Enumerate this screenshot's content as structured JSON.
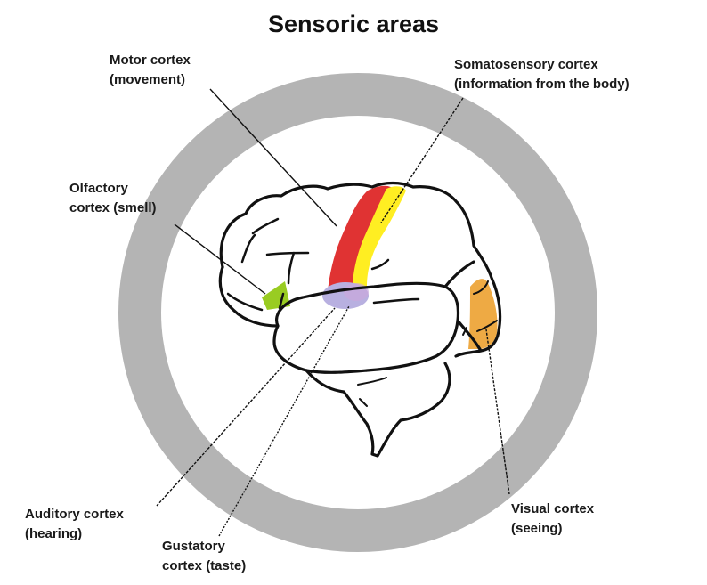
{
  "title": "Sensoric areas",
  "labels": {
    "motor": {
      "line1": "Motor cortex",
      "line2": "(movement)",
      "color": "#dd2222"
    },
    "somatosensory": {
      "line1": "Somatosensory cortex",
      "line2": "(information  from the body)",
      "color": "#ffee22"
    },
    "olfactory": {
      "line1": "Olfactory",
      "line2": "cortex (smell)",
      "color": "#99cc22"
    },
    "auditory": {
      "line1": "Auditory  cortex",
      "line2": "(hearing)",
      "color": "#b8b0e0"
    },
    "gustatory": {
      "line1": "Gustatory",
      "line2": "cortex (taste)",
      "color": "#c9a8dc"
    },
    "visual": {
      "line1": "Visual  cortex",
      "line2": "(seeing)",
      "color": "#eeaa44"
    }
  },
  "colors": {
    "ring": "#b4b4b4",
    "outline": "#111111",
    "background": "#ffffff"
  }
}
